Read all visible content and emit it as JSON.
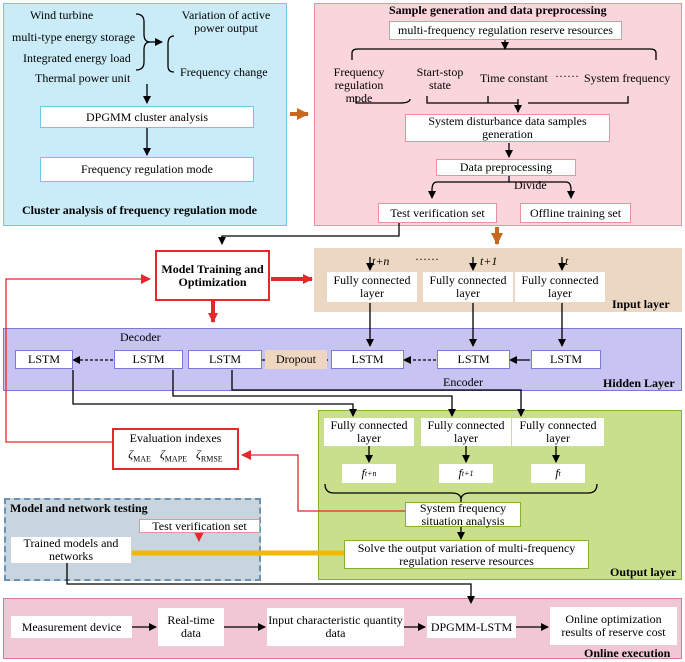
{
  "cluster": {
    "inputs": [
      "Wind turbine",
      "multi-type energy storage",
      "Integrated energy load",
      "Thermal power unit"
    ],
    "variation": "Variation of active power output",
    "freq_change": "Frequency change",
    "dpgmm": "DPGMM cluster analysis",
    "mode": "Frequency regulation mode",
    "title": "Cluster analysis of frequency regulation mode"
  },
  "sample": {
    "title": "Sample generation and data preprocessing",
    "resources": "multi-frequency regulation reserve resources",
    "freq_reg_mode": "Frequency regulation mode",
    "start_stop": "Start-stop state",
    "time_const": "Time constant",
    "dots": "······",
    "sys_freq": "System frequency",
    "disturbance": "System disturbance data samples generation",
    "preprocess": "Data preprocessing",
    "divide": "Divide",
    "test_set": "Test verification set",
    "train_set": "Offline training set"
  },
  "training": {
    "label": "Model Training and Optimization"
  },
  "input_layer": {
    "title": "Input layer",
    "t_plus_n": "t+n",
    "dots": "······",
    "t_plus_1": "t+1",
    "t": "t",
    "fc": "Fully connected layer"
  },
  "hidden": {
    "title": "Hidden Layer",
    "decoder": "Decoder",
    "encoder": "Encoder",
    "lstm": "LSTM",
    "dropout": "Dropout"
  },
  "output_layer": {
    "title": "Output layer",
    "fc": "Fully connected layer",
    "f_tn": "f",
    "f_tn_sub": "t+n",
    "f_t1": "f",
    "f_t1_sub": "t+1",
    "f_t": "f",
    "f_t_sub": "t",
    "situation": "System frequency situation analysis",
    "solve": "Solve the output variation of multi-frequency regulation reserve resources"
  },
  "evaluation": {
    "label": "Evaluation indexes",
    "zeta": "ζ",
    "mae": "MAE",
    "mape": "MAPE",
    "rmse": "RMSE"
  },
  "testing": {
    "title": "Model and network testing",
    "test_set": "Test verification set",
    "trained": "Trained models and networks"
  },
  "online": {
    "title": "Online execution",
    "measurement": "Measurement device",
    "realtime": "Real-time data",
    "input_char": "Input characteristic quantity data",
    "dpgmm_lstm": "DPGMM-LSTM",
    "results": "Online optimization results of reserve cost"
  },
  "colors": {
    "cluster_bg": "#c9ecf8",
    "cluster_border": "#6cc7ea",
    "sample_bg": "#fbd5dc",
    "sample_border": "#ee8fa0",
    "input_bg": "#ecd8c2",
    "hidden_bg": "#c7c3f3",
    "hidden_border": "#7c78d8",
    "output_bg": "#c9df8b",
    "output_border": "#86b12f",
    "testing_bg": "#c8d4de",
    "testing_border": "#6e91ad",
    "online_bg": "#f2c7d5",
    "online_border": "#d47f9a",
    "red": "#e8272b",
    "orange": "#c9671c",
    "yellow": "#f3b900",
    "dropout_bg": "#efd6c0"
  }
}
